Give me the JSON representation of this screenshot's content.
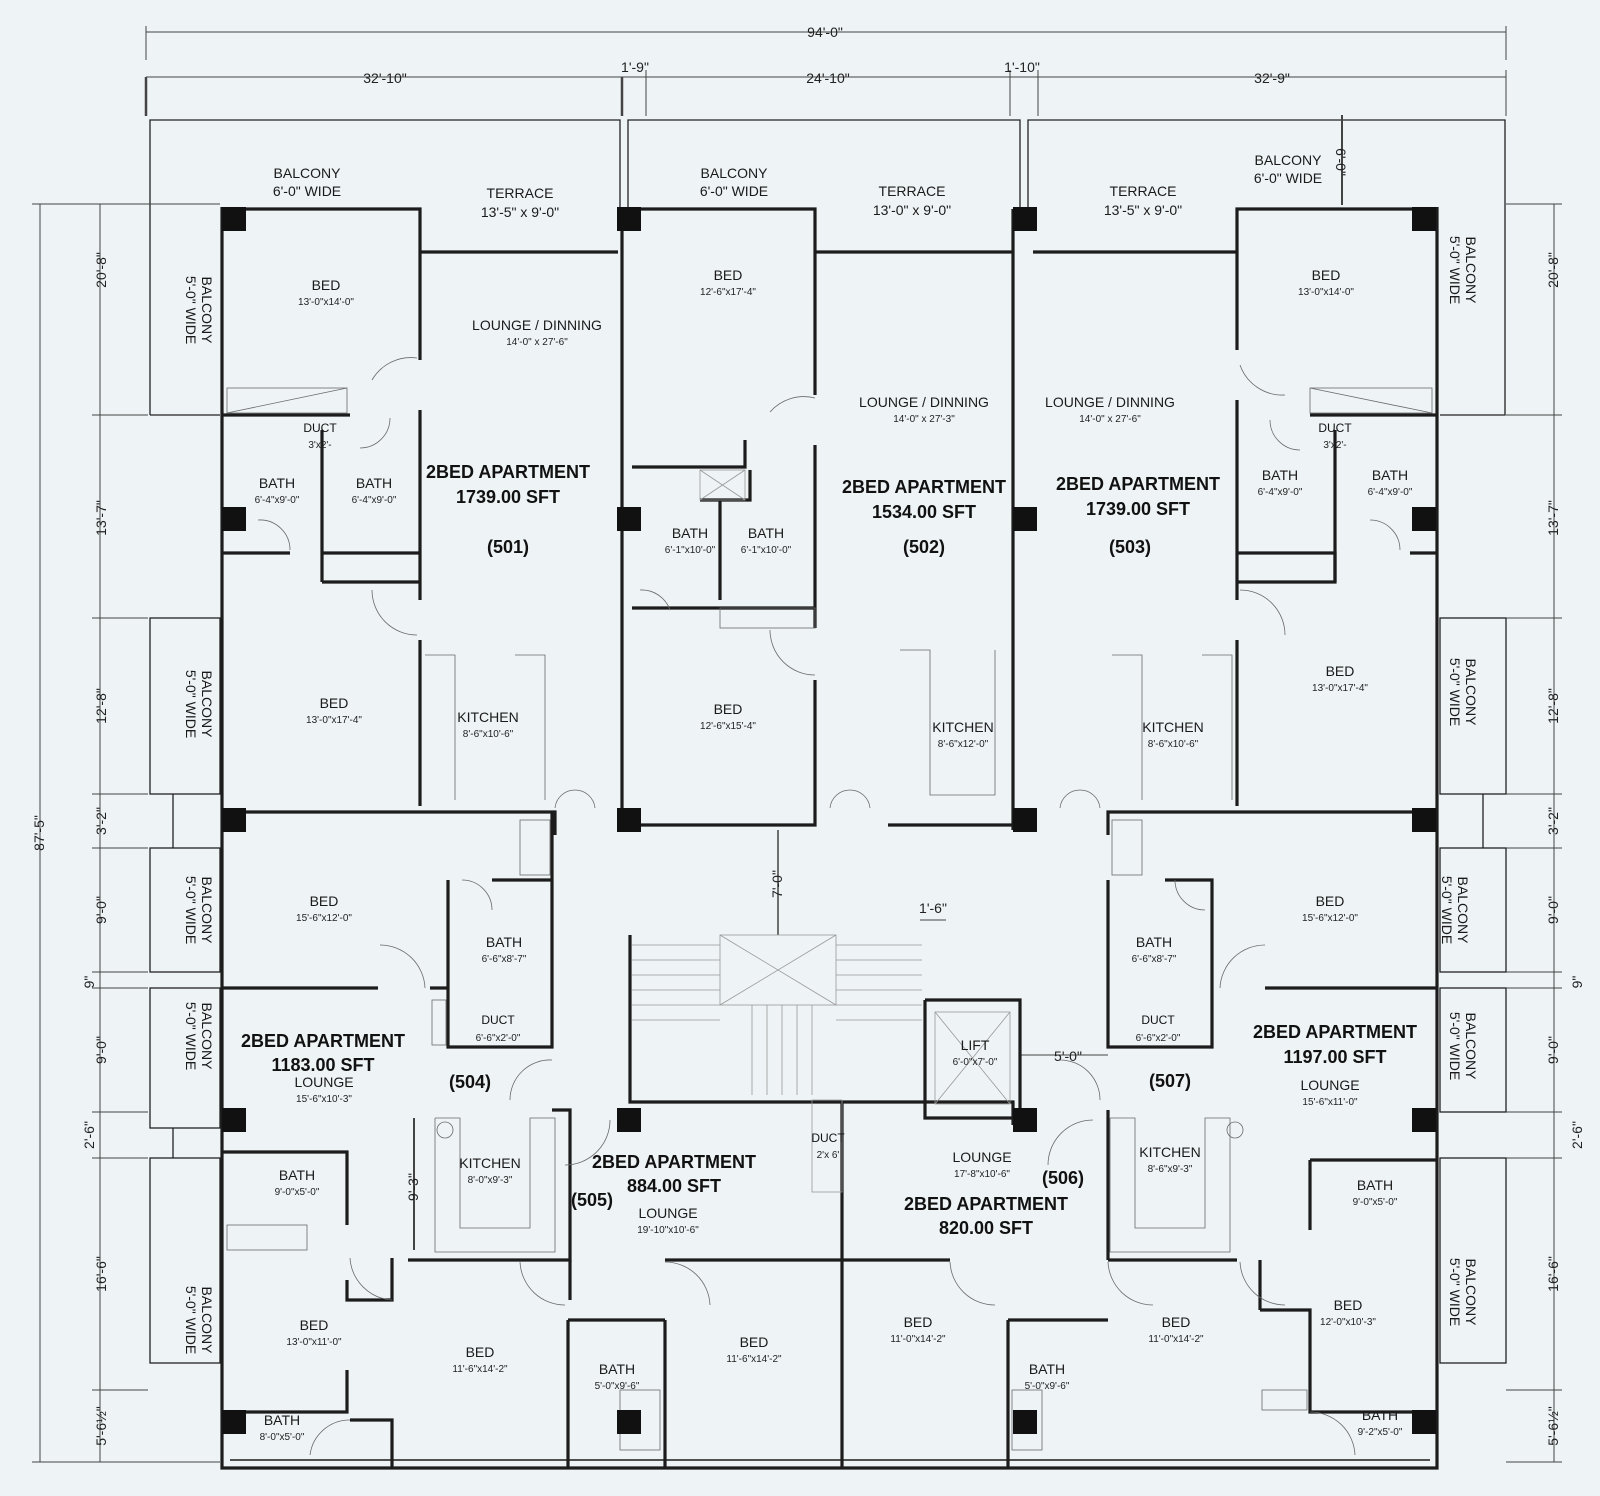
{
  "dimensions": {
    "top_total": "94'-0\"",
    "top_segments": [
      "32'-10\"",
      "1'-9\"",
      "24'-10\"",
      "1'-10\"",
      "32'-9\""
    ],
    "left_total": "87'-5\"",
    "side_segments": [
      "20'-8\"",
      "13'-7\"",
      "12'-8\"",
      "3'-2\"",
      "9'-0\"",
      "9\"",
      "9'-0\"",
      "2'-6\"",
      "16'-6\"",
      "5'-6½\""
    ],
    "lobby_7ft": "7'-0\"",
    "stair_1ft6": "1'-6\"",
    "lift_5ft": "5'-0\"",
    "kitchen_9ft3": "9'-3\"",
    "balcony_6ft": "6'-0\""
  },
  "apartments": [
    {
      "name": "2BED APARTMENT",
      "area": "1739.00 SFT",
      "number": "(501)"
    },
    {
      "name": "2BED APARTMENT",
      "area": "1534.00 SFT",
      "number": "(502)"
    },
    {
      "name": "2BED APARTMENT",
      "area": "1739.00 SFT",
      "number": "(503)"
    },
    {
      "name": "2BED APARTMENT",
      "area": "1183.00 SFT",
      "number": "(504)"
    },
    {
      "name": "2BED APARTMENT",
      "area": "884.00 SFT",
      "number": "(505)"
    },
    {
      "name": "2BED APARTMENT",
      "area": "820.00 SFT",
      "number": "(506)"
    },
    {
      "name": "2BED APARTMENT",
      "area": "1197.00 SFT",
      "number": "(507)"
    }
  ],
  "outdoor": [
    {
      "label": "BALCONY",
      "size": "6'-0\" WIDE"
    },
    {
      "label": "TERRACE",
      "size": "13'-5\" x 9'-0\""
    },
    {
      "label": "BALCONY",
      "size": "6'-0\" WIDE"
    },
    {
      "label": "TERRACE",
      "size": "13'-0\" x 9'-0\""
    },
    {
      "label": "TERRACE",
      "size": "13'-5\" x 9'-0\""
    },
    {
      "label": "BALCONY",
      "size": "6'-0\" WIDE"
    }
  ],
  "side_balcony": {
    "label": "BALCONY",
    "size": "5'-0\" WIDE"
  },
  "rooms": [
    {
      "label": "BED",
      "size": "13'-0\"x14'-0\""
    },
    {
      "label": "LOUNGE / DINNING",
      "size": "14'-0\" x 27'-6\""
    },
    {
      "label": "BATH",
      "size": "6'-4\"x9'-0\""
    },
    {
      "label": "BATH",
      "size": "6'-4\"x9'-0\""
    },
    {
      "label": "BED",
      "size": "13'-0\"x17'-4\""
    },
    {
      "label": "KITCHEN",
      "size": "8'-6\"x10'-6\""
    },
    {
      "label": "BED",
      "size": "12'-6\"x17'-4\""
    },
    {
      "label": "LOUNGE / DINNING",
      "size": "14'-0\" x 27'-3\""
    },
    {
      "label": "BATH",
      "size": "6'-1\"x10'-0\""
    },
    {
      "label": "BATH",
      "size": "6'-1\"x10'-0\""
    },
    {
      "label": "BED",
      "size": "12'-6\"x15'-4\""
    },
    {
      "label": "KITCHEN",
      "size": "8'-6\"x12'-0\""
    },
    {
      "label": "BED",
      "size": "13'-0\"x14'-0\""
    },
    {
      "label": "LOUNGE / DINNING",
      "size": "14'-0\" x 27'-6\""
    },
    {
      "label": "BATH",
      "size": "6'-4\"x9'-0\""
    },
    {
      "label": "BATH",
      "size": "6'-4\"x9'-0\""
    },
    {
      "label": "BED",
      "size": "13'-0\"x17'-4\""
    },
    {
      "label": "KITCHEN",
      "size": "8'-6\"x10'-6\""
    },
    {
      "label": "BED",
      "size": "15'-6\"x12'-0\""
    },
    {
      "label": "BATH",
      "size": "6'-6\"x8'-7\""
    },
    {
      "label": "LOUNGE",
      "size": "15'-6\"x10'-3\""
    },
    {
      "label": "KITCHEN",
      "size": "8'-0\"x9'-3\""
    },
    {
      "label": "BATH",
      "size": "9'-0\"x5'-0\""
    },
    {
      "label": "BED",
      "size": "13'-0\"x11'-0\""
    },
    {
      "label": "BATH",
      "size": "8'-0\"x5'-0\""
    },
    {
      "label": "LOUNGE",
      "size": "19'-10\"x10'-6\""
    },
    {
      "label": "BED",
      "size": "11'-6\"x14'-2\""
    },
    {
      "label": "BED",
      "size": "11'-6\"x14'-2\""
    },
    {
      "label": "BATH",
      "size": "5'-0\"x9'-6\""
    },
    {
      "label": "LOUNGE",
      "size": "17'-8\"x10'-6\""
    },
    {
      "label": "BED",
      "size": "11'-0\"x14'-2\""
    },
    {
      "label": "BED",
      "size": "11'-0\"x14'-2\""
    },
    {
      "label": "BATH",
      "size": "5'-0\"x9'-6\""
    },
    {
      "label": "BED",
      "size": "15'-6\"x12'-0\""
    },
    {
      "label": "BATH",
      "size": "6'-6\"x8'-7\""
    },
    {
      "label": "LOUNGE",
      "size": "15'-6\"x11'-0\""
    },
    {
      "label": "KITCHEN",
      "size": "8'-6\"x9'-3\""
    },
    {
      "label": "BATH",
      "size": "9'-0\"x5'-0\""
    },
    {
      "label": "BED",
      "size": "12'-0\"x10'-3\""
    },
    {
      "label": "BATH",
      "size": "9'-2\"x5'-0\""
    }
  ],
  "ducts": [
    {
      "label": "DUCT",
      "size": "3'x2'-"
    },
    {
      "label": "DUCT",
      "size": "3'x2'-"
    },
    {
      "label": "DUCT",
      "size": "6'-6\"x2'-0\""
    },
    {
      "label": "DUCT",
      "size": "6'-6\"x2'-0\""
    },
    {
      "label": "DUCT",
      "size": "2'x 6'"
    }
  ],
  "lift": {
    "label": "LIFT",
    "size": "6'-0\"x7'-0\""
  }
}
